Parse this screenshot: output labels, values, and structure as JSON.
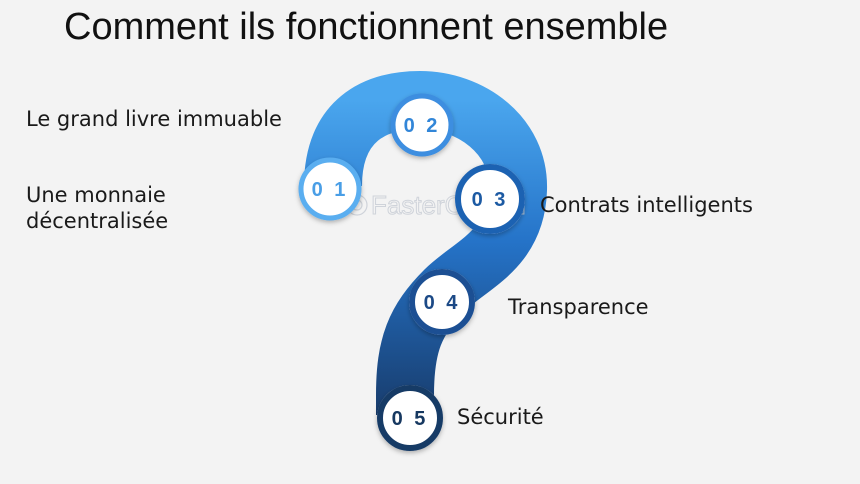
{
  "title": "Comment ils fonctionnent ensemble",
  "watermark": "FasterCapital",
  "steps": [
    {
      "num": "0 1",
      "label_lines": [
        "Une monnaie",
        "décentralisée"
      ],
      "color": "#5aaef0"
    },
    {
      "num": "0 2",
      "label_lines": [
        "Le grand livre immuable"
      ],
      "color": "#3d8ee0"
    },
    {
      "num": "0 3",
      "label_lines": [
        "Contrats intelligents"
      ],
      "color": "#1f62b2"
    },
    {
      "num": "0 4",
      "label_lines": [
        "Transparence"
      ],
      "color": "#1a4f93"
    },
    {
      "num": "0 5",
      "label_lines": [
        "Sécurité"
      ],
      "color": "#173a66"
    }
  ]
}
